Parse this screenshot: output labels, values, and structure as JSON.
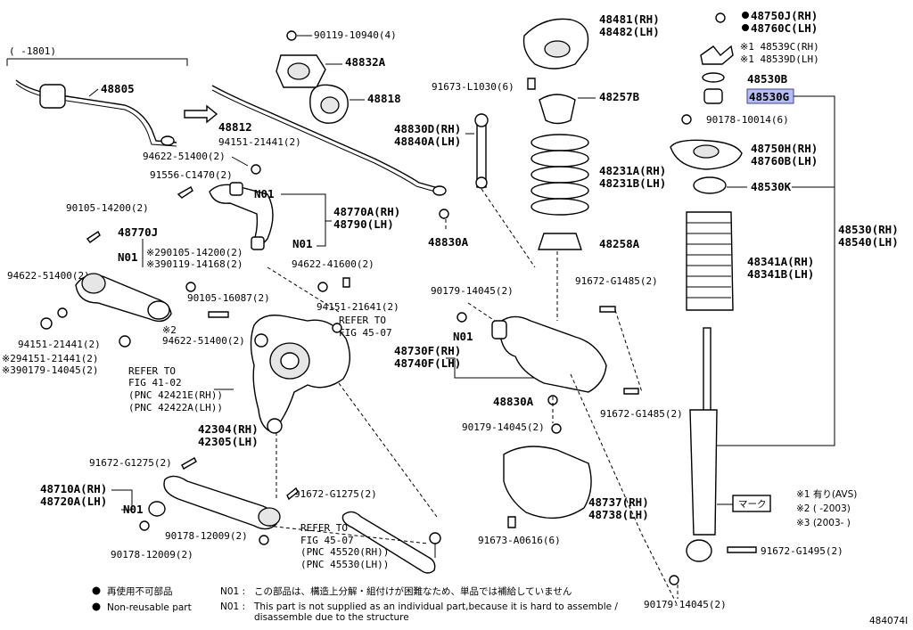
{
  "figure_id": "484074I",
  "period_note": "(    -1801)",
  "labels": {
    "p48805": "48805",
    "p48832A": "48832A",
    "p48818": "48818",
    "p48812": "48812",
    "b90119_10940": "90119-10940(4)",
    "b94622_51400_a": "94622-51400(2)",
    "b91556_C1470": "91556-C1470(2)",
    "b94151_21441_a": "94151-21441(2)",
    "n01_a": "N01",
    "n01_b": "N01",
    "n01_c": "N01",
    "n01_d": "N01",
    "n01_e": "N01",
    "p48770A": "48770A(RH)",
    "p48790": "48790(LH)",
    "b90105_14200": "90105-14200(2)",
    "p48770J": "48770J",
    "b290105": "※290105-14200(2)",
    "b390119": "※390119-14168(2)",
    "b94622_51400_b": "94622-51400(2)",
    "b94151_21441_b": "94151-21441(2)",
    "b294151": "※294151-21441(2)",
    "b390179": "※390179-14045(2)",
    "b94622_51400_c": "※2",
    "b94622_51400_c2": "94622-51400(2)",
    "b90105_16087": "90105-16087(2)",
    "b94622_41600": "94622-41600(2)",
    "b94151_21641": "94151-21641(2)",
    "refer1_a": "REFER TO",
    "refer1_b": "FIG 41-02",
    "refer1_c": "(PNC 42421E(RH))",
    "refer1_d": "(PNC 42422A(LH))",
    "refer2_a": "REFER TO",
    "refer2_b": "FIG 45-07",
    "refer3_a": "REFER TO",
    "refer3_b": "FIG 45-07",
    "refer3_c": "(PNC 45520(RH))",
    "refer3_d": "(PNC 45530(LH))",
    "p42304": "42304(RH)",
    "p42305": "42305(LH)",
    "b91672_G1275_a": "91672-G1275(2)",
    "b91672_G1275_b": "91672-G1275(2)",
    "p48710A": "48710A(RH)",
    "p48720A": "48720A(LH)",
    "b90178_12009_a": "90178-12009(2)",
    "b90178_12009_b": "90178-12009(2)",
    "p48830D": "48830D(RH)",
    "p48840A": "48840A(LH)",
    "p48830A_a": "48830A",
    "p48830A_b": "48830A",
    "b91673_L1030": "91673-L1030(6)",
    "p48481": "48481(RH)",
    "p48482": "48482(LH)",
    "p48257B": "48257B",
    "p48231A": "48231A(RH)",
    "p48231B": "48231B(LH)",
    "p48258A": "48258A",
    "b90179_14045_a": "90179-14045(2)",
    "b90179_14045_b": "90179-14045(2)",
    "b90179_14045_c": "90179-14045(2)",
    "b91672_G1485_a": "91672-G1485(2)",
    "b91672_G1485_b": "91672-G1485(2)",
    "p48730F": "48730F(RH)",
    "p48740F": "48740F(LH)",
    "p48737": "48737(RH)",
    "p48738": "48738(LH)",
    "b91673_A0616": "91673-A0616(6)",
    "p48750J": "48750J(RH)",
    "p48760C": "48760C(LH)",
    "p48539C": "※1 48539C(RH)",
    "p48539D": "※1 48539D(LH)",
    "p48530B": "48530B",
    "p48530G": "48530G",
    "b90178_10014": "90178-10014(6)",
    "p48750H": "48750H(RH)",
    "p48760B": "48760B(LH)",
    "p48530K": "48530K",
    "p48530": "48530(RH)",
    "p48540": "48540(LH)",
    "p48341A": "48341A(RH)",
    "p48341B": "48341B(LH)",
    "mark_box": "マーク",
    "b91672_G1495": "91672-G1495(2)"
  },
  "notes": {
    "n1": "※1 有り(AVS)",
    "n2": "※2 (      -2003)",
    "n3": "※3 (2003-       )"
  },
  "legend": {
    "jp_bullet": "再使用不可部品",
    "en_bullet": "Non-reusable part",
    "jp_n01_key": "N01 :",
    "jp_n01_text": "この部品は、構造上分解・組付けが困難なため、単品では補給していません",
    "en_n01_key": "N01 :",
    "en_n01_line1": "This part is not supplied as an individual part,because it is hard to assemble /",
    "en_n01_line2": "disassemble due to the structure"
  },
  "colors": {
    "highlight_fill": "#b6bef0",
    "highlight_stroke": "#3840b8",
    "line": "#000000"
  }
}
